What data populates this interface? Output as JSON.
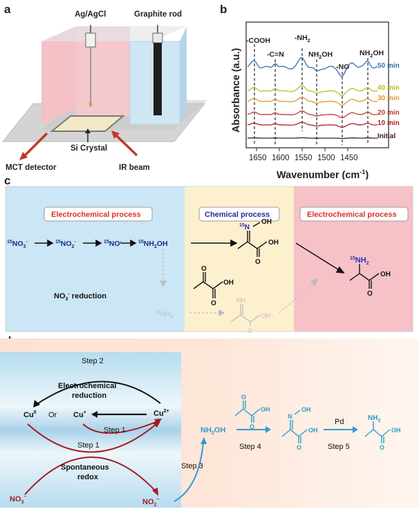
{
  "panels": {
    "a": {
      "letter": "a",
      "ref_electrode": "Ag/AgCl",
      "counter_electrode": "Graphite rod",
      "crystal": "Si Crystal",
      "detector": "MCT detector",
      "beam": "IR beam"
    },
    "b": {
      "letter": "b",
      "ylabel": "Absorbance (a.u.)",
      "xlabel": "Wavenumber (cm",
      "xlabel_sup": "-1",
      "xlabel_end": ")",
      "peaks": [
        "-COOH",
        "-C=N",
        "-NH",
        "NH",
        "-NO",
        "NH"
      ],
      "peak_subs": {
        "nh2": "2",
        "nh2oh": "2",
        "oh": "OH"
      },
      "time_labels": [
        "50 min",
        "40 min",
        "30 min",
        "20 min",
        "10 min",
        "Initial"
      ],
      "time_colors": [
        "#2e6fb0",
        "#bcbc1e",
        "#e0962a",
        "#c0392b",
        "#a4202a",
        "#3a1a1a"
      ]
    },
    "c": {
      "letter": "c",
      "box1": "Electrochemical process",
      "box2": "Chemical process",
      "box3": "Electrochemical process",
      "species": [
        "15",
        "NO",
        "3",
        "-",
        "NO",
        "2",
        "-",
        "NO",
        "-",
        "NH",
        "2",
        "OH"
      ],
      "nh3": "NH",
      "nh3_sub": "3",
      "nitrate_reduction": "NO",
      "nitrate_reduction_sub": "3",
      "nitrate_reduction_sup": "-",
      "nitrate_reduction_end": " reduction",
      "label_15": "15",
      "oh": "OH",
      "o": "O",
      "nh": "NH",
      "nh2": "NH",
      "nh2_sub": "2",
      "n": "N",
      "dash_oh": "~OH"
    },
    "d": {
      "letter": "d",
      "step1": "Step 1",
      "step2": "Step 2",
      "step3": "Step 3",
      "step4": "Step 4",
      "step5": "Step 5",
      "electro_red_1": "Electrochemical",
      "electro_red_2": "reduction",
      "spont_1": "Spontaneous",
      "spont_2": "redox",
      "cu0": "Cu",
      "cu0_sup": "0",
      "or": "Or",
      "cu1": "Cu",
      "cu1_sup": "+",
      "cu2": "Cu",
      "cu2_sup": "2+",
      "no3": "NO",
      "no3_sub": "3",
      "no3_sup": "−",
      "no2": "NO",
      "no2_sub": "2",
      "no2_sup": "−",
      "nh2oh": "NH",
      "nh2oh_sub": "2",
      "nh2oh_end": "OH",
      "pd": "Pd",
      "oh": "OH",
      "o": "O",
      "nh2": "NH",
      "nh2_sub": "2",
      "n": "N"
    }
  }
}
